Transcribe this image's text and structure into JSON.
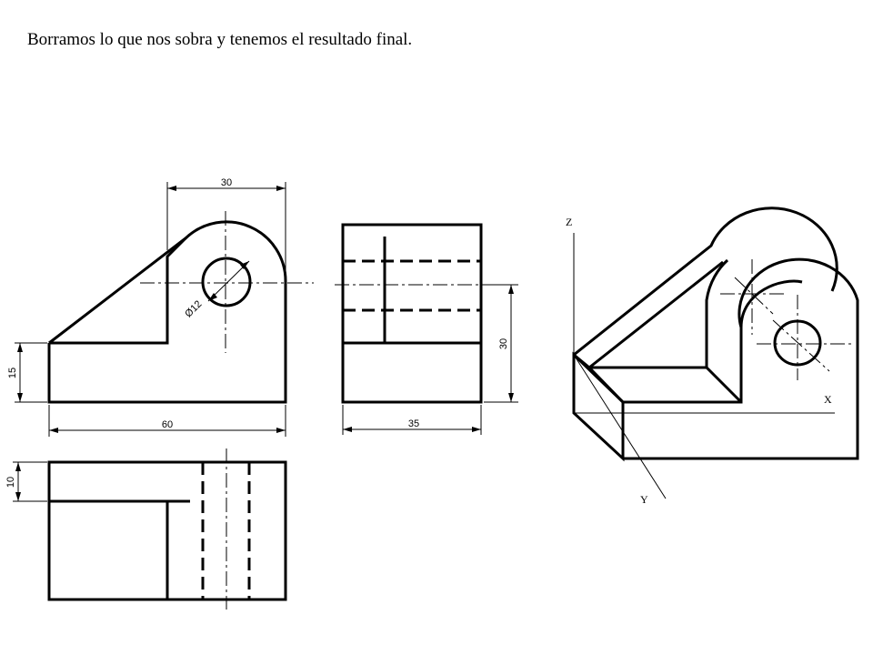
{
  "caption": "Borramos lo que nos sobra y tenemos el resultado final.",
  "dimensions": {
    "front_width_top": "30",
    "front_width_total": "60",
    "front_height_base": "15",
    "hole_diameter": "Ø12",
    "side_width": "35",
    "side_height": "30",
    "top_depth": "10"
  },
  "axes": {
    "x": "X",
    "y": "Y",
    "z": "Z"
  }
}
